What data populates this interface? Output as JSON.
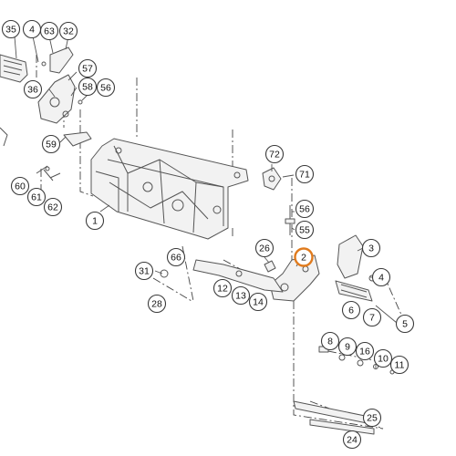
{
  "highlight_color": "#e07b1e",
  "callouts": [
    {
      "label": "35",
      "highlighted": false
    },
    {
      "label": "4",
      "highlighted": false
    },
    {
      "label": "63",
      "highlighted": false
    },
    {
      "label": "32",
      "highlighted": false
    },
    {
      "label": "57",
      "highlighted": false
    },
    {
      "label": "58",
      "highlighted": false
    },
    {
      "label": "56",
      "highlighted": false
    },
    {
      "label": "36",
      "highlighted": false
    },
    {
      "label": "59",
      "highlighted": false
    },
    {
      "label": "60",
      "highlighted": false
    },
    {
      "label": "61",
      "highlighted": false
    },
    {
      "label": "62",
      "highlighted": false
    },
    {
      "label": "72",
      "highlighted": false
    },
    {
      "label": "71",
      "highlighted": false
    },
    {
      "label": "1",
      "highlighted": false
    },
    {
      "label": "56",
      "highlighted": false
    },
    {
      "label": "55",
      "highlighted": false
    },
    {
      "label": "26",
      "highlighted": false
    },
    {
      "label": "66",
      "highlighted": false
    },
    {
      "label": "2",
      "highlighted": true
    },
    {
      "label": "3",
      "highlighted": false
    },
    {
      "label": "4",
      "highlighted": false
    },
    {
      "label": "31",
      "highlighted": false
    },
    {
      "label": "28",
      "highlighted": false
    },
    {
      "label": "12",
      "highlighted": false
    },
    {
      "label": "13",
      "highlighted": false
    },
    {
      "label": "14",
      "highlighted": false
    },
    {
      "label": "6",
      "highlighted": false
    },
    {
      "label": "7",
      "highlighted": false
    },
    {
      "label": "5",
      "highlighted": false
    },
    {
      "label": "8",
      "highlighted": false
    },
    {
      "label": "9",
      "highlighted": false
    },
    {
      "label": "16",
      "highlighted": false
    },
    {
      "label": "10",
      "highlighted": false
    },
    {
      "label": "11",
      "highlighted": false
    },
    {
      "label": "25",
      "highlighted": false
    },
    {
      "label": "24",
      "highlighted": false
    }
  ]
}
